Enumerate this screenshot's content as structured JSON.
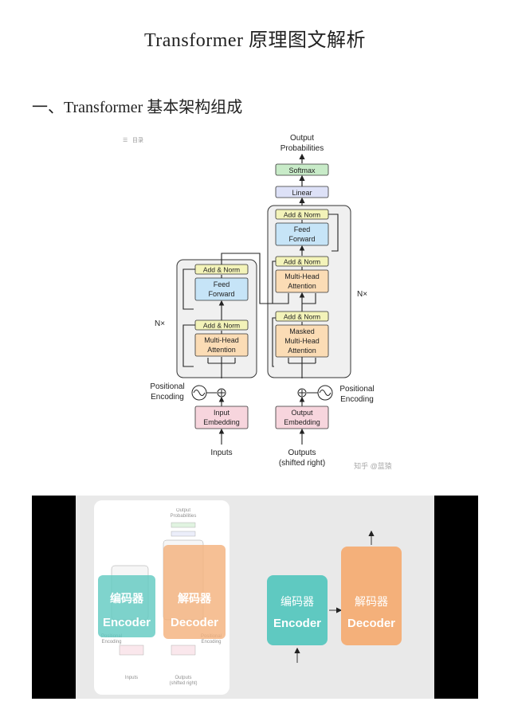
{
  "doc": {
    "title": "Transformer 原理图文解析",
    "section_heading": "一、Transformer 基本架构组成"
  },
  "figure1": {
    "toolbar_label": "目录",
    "output_label_1": "Output",
    "output_label_2": "Probabilities",
    "softmax": "Softmax",
    "linear": "Linear",
    "add_norm": "Add & Norm",
    "feed": "Feed",
    "forward": "Forward",
    "multi_head": "Multi-Head",
    "attention": "Attention",
    "masked": "Masked",
    "nx": "N×",
    "pos_enc_1": "Positional",
    "pos_enc_2": "Encoding",
    "input_emb_1": "Input",
    "input_emb_2": "Embedding",
    "output_emb_1": "Output",
    "output_emb_2": "Embedding",
    "inputs": "Inputs",
    "outputs_1": "Outputs",
    "outputs_2": "(shifted right)",
    "watermark": "知乎 @蓝猿"
  },
  "figure2": {
    "encoder_cn": "编码器",
    "encoder_en": "Encoder",
    "decoder_cn": "解码器",
    "decoder_en": "Decoder",
    "colors": {
      "encoder": "#5fc9c1",
      "decoder": "#f4b07a",
      "background": "#e9e9e9"
    }
  }
}
